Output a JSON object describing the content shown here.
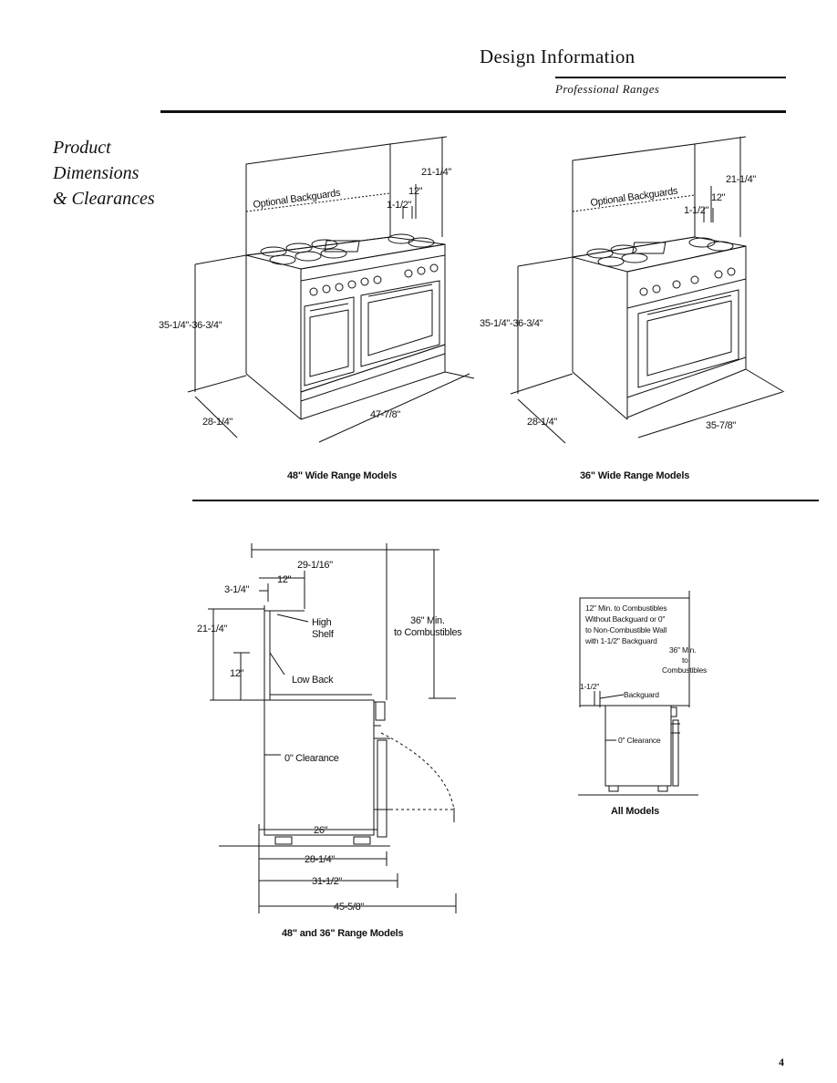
{
  "header": {
    "title": "Design Information",
    "subtitle": "Professional Ranges"
  },
  "section": {
    "title_lines": [
      "Product",
      "Dimensions",
      "& Clearances"
    ]
  },
  "figure_48": {
    "backguard_label": "Optional Backguards",
    "dim_backguard_height": "21-1/4\"",
    "dim_backguard_12": "12\"",
    "dim_backguard_offset": "1-1/2\"",
    "dim_height": "35-1/4\"-36-3/4\"",
    "dim_depth": "28-1/4\"",
    "dim_width": "47-7/8\"",
    "caption": "48\" Wide Range Models"
  },
  "figure_36": {
    "backguard_label": "Optional Backguards",
    "dim_backguard_height": "21-1/4\"",
    "dim_backguard_12": "12\"",
    "dim_backguard_offset": "1-1/2\"",
    "dim_height": "35-1/4\"-36-3/4\"",
    "dim_depth": "28-1/4\"",
    "dim_width": "35-7/8\"",
    "caption": "36\" Wide Range Models"
  },
  "side_view": {
    "dim_top_depth": "29-1/16\"",
    "dim_shelf_12": "12\"",
    "dim_shelf_offset": "3-1/4\"",
    "label_high_shelf_1": "High",
    "label_high_shelf_2": "Shelf",
    "dim_min_1": "36\" Min.",
    "dim_min_2": "to Combustibles",
    "dim_backguard_height": "21-1/4\"",
    "dim_low_back_12": "12\"",
    "label_low_back": "Low Back",
    "label_clearance": "0\" Clearance",
    "dim_26": "26\"",
    "dim_28": "28-1/4\"",
    "dim_31": "31-1/2\"",
    "dim_45": "45-5/8\"",
    "caption": "48\" and 36\" Range Models"
  },
  "all_models": {
    "note_1": "12\" Min. to Combustibles",
    "note_2": "Without Backguard or 0\"",
    "note_3": "to Non-Combustible Wall",
    "note_4": "with 1-1/2\" Backguard",
    "min_1": "36\" Min.",
    "min_2": "to",
    "min_3": "Combustibles",
    "dim_offset": "1-1/2\"",
    "label_backguard": "Backguard",
    "label_clearance": "0\" Clearance",
    "caption": "All Models"
  },
  "page_number": "4"
}
